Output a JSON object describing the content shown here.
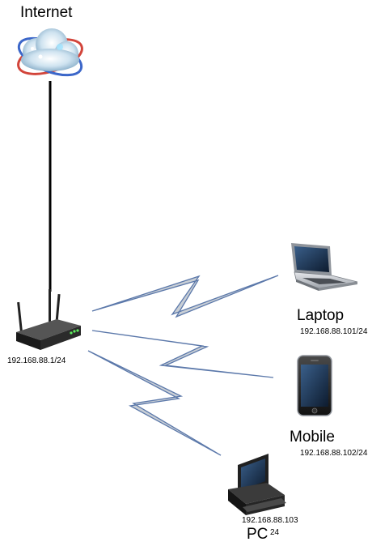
{
  "nodes": {
    "internet": {
      "label": "Internet",
      "icon": "cloud-globe-icon"
    },
    "router": {
      "ip": "192.168.88.1/24",
      "icon": "wireless-router-icon"
    },
    "laptop": {
      "label": "Laptop",
      "ip": "192.168.88.101/24",
      "icon": "laptop-icon"
    },
    "mobile": {
      "label": "Mobile",
      "ip": "192.168.88.102/24",
      "icon": "smartphone-icon"
    },
    "pc": {
      "label": "PC",
      "ip": "192.168.88.103",
      "ip_suffix": "24",
      "icon": "desktop-pc-icon"
    }
  },
  "colors": {
    "wired_link": "#000000",
    "wireless_fill": "#c9cfd6",
    "wireless_stroke": "#5b78aa"
  }
}
